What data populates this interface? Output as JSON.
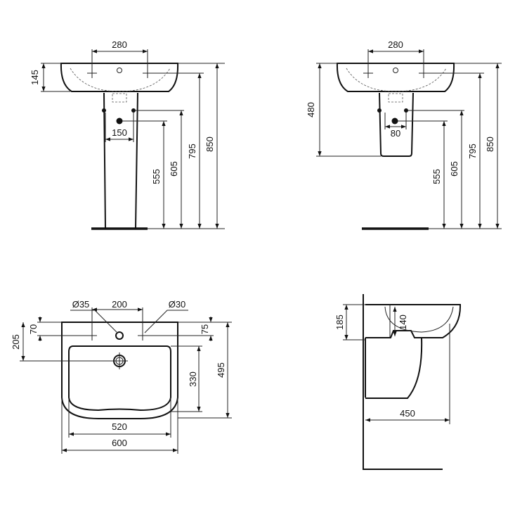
{
  "views": {
    "pedestal_front": {
      "width_taps": "280",
      "basin_height": "145",
      "waste_spacing": "150",
      "h_waste": "555",
      "h_supply": "605",
      "h_tap": "795",
      "h_total": "850"
    },
    "semi_pedestal_front": {
      "width_taps": "280",
      "h_fix": "480",
      "waste_spacing": "80",
      "h_waste": "555",
      "h_supply": "605",
      "h_tap": "795",
      "h_total": "850"
    },
    "plan": {
      "tap_hole_dia": "Ø35",
      "tap_spacing": "200",
      "hole_dia": "Ø30",
      "d_70": "70",
      "d_205": "205",
      "d_75": "75",
      "depth": "495",
      "bowl_depth": "330",
      "bowl_width": "520",
      "width": "600"
    },
    "side": {
      "d_185": "185",
      "d_140": "140",
      "projection": "450"
    }
  }
}
